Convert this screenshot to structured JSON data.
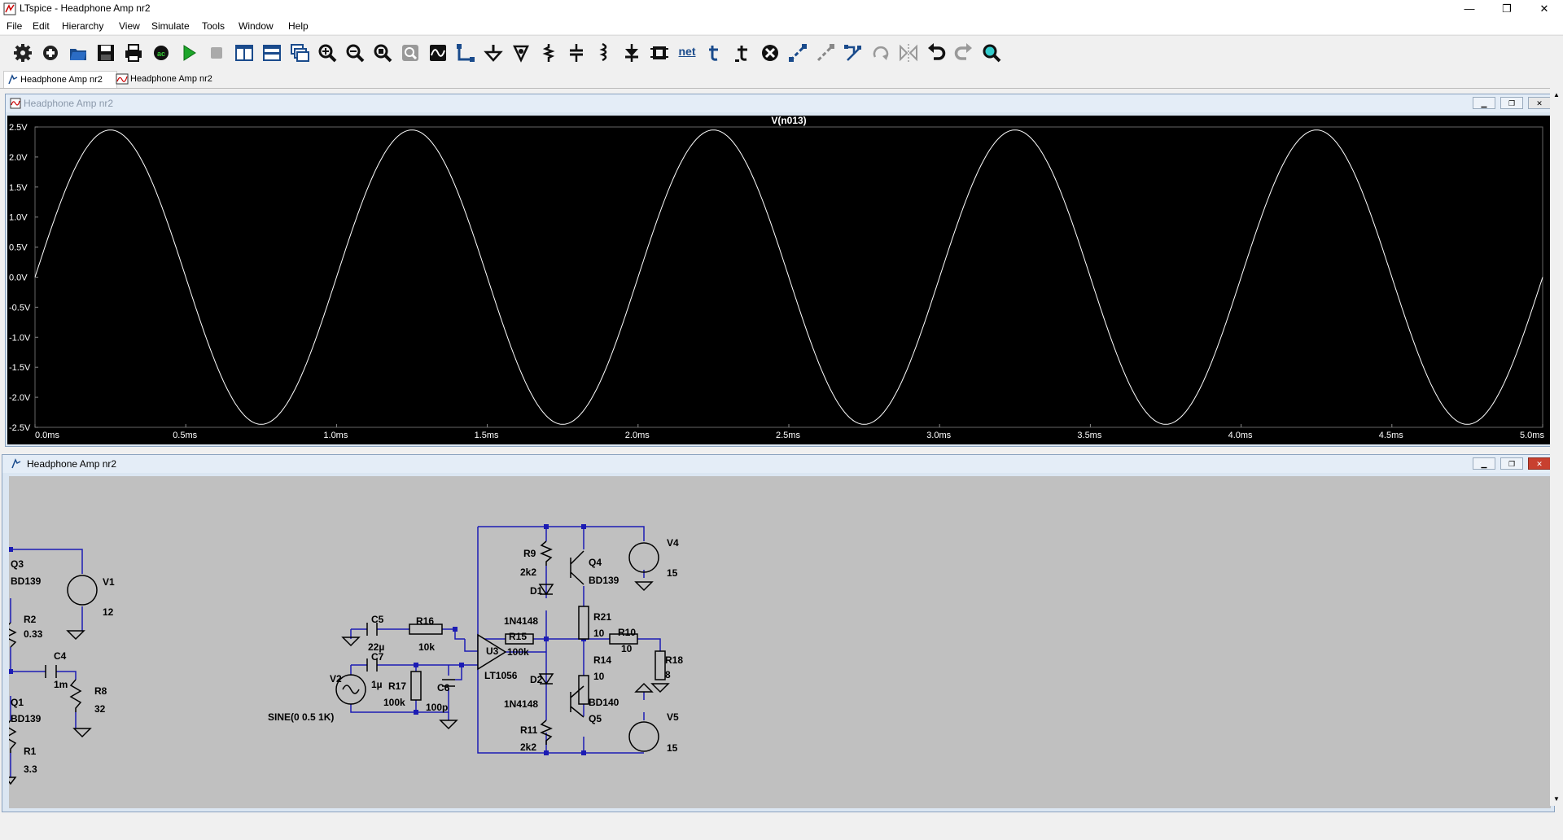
{
  "window": {
    "title": "LTspice - Headphone Amp nr2",
    "minimize": "—",
    "maximize": "❐",
    "close": "✕"
  },
  "menu": [
    "File",
    "Edit",
    "Hierarchy",
    "View",
    "Simulate",
    "Tools",
    "Window",
    "Help"
  ],
  "toolbar": {
    "buttons": [
      "settings-icon",
      "new-schematic-icon",
      "open-icon",
      "save-icon",
      "print-icon",
      "control-panel-icon",
      "run-icon",
      "halt-icon",
      "tile-vertical-icon",
      "tile-horizontal-icon",
      "cascade-icon",
      "zoom-in-icon",
      "zoom-out-icon",
      "zoom-fit-icon",
      "zoom-cancel-icon",
      "autorange-icon",
      "wire-icon",
      "ground-icon",
      "label-net-icon",
      "resistor-icon",
      "capacitor-icon",
      "inductor-icon",
      "diode-icon",
      "component-icon",
      "net-label",
      "text-icon",
      "spice-directive-icon",
      "delete-icon",
      "duplicate-icon",
      "move-icon",
      "drag-icon",
      "rotate-icon",
      "mirror-icon",
      "undo-icon",
      "redo-icon",
      "find-icon"
    ],
    "net_label": "net"
  },
  "tabs": [
    {
      "label": "Headphone Amp nr2",
      "active": true
    },
    {
      "label": "Headphone Amp nr2",
      "active": false
    }
  ],
  "plot_window": {
    "title": "Headphone Amp nr2"
  },
  "schematic_window": {
    "title": "Headphone Amp nr2"
  },
  "chart_data": {
    "type": "line",
    "title": "V(n013)",
    "xlabel": "",
    "ylabel": "",
    "xlim": [
      0,
      5.0
    ],
    "ylim": [
      -2.5,
      2.5
    ],
    "x_ticks": [
      "0.0ms",
      "0.5ms",
      "1.0ms",
      "1.5ms",
      "2.0ms",
      "2.5ms",
      "3.0ms",
      "3.5ms",
      "4.0ms",
      "4.5ms",
      "5.0ms"
    ],
    "y_ticks": [
      "2.5V",
      "2.0V",
      "1.5V",
      "1.0V",
      "0.5V",
      "0.0V",
      "-0.5V",
      "-1.0V",
      "-1.5V",
      "-2.0V",
      "-2.5V"
    ],
    "series": [
      {
        "name": "V(n013)",
        "function": "sine",
        "amplitude": 2.45,
        "frequency_khz": 1.0,
        "offset": 0.0
      }
    ],
    "colors": {
      "background": "#000000",
      "trace": "#ffffff",
      "axis_text": "#ffffff"
    }
  },
  "schematic": {
    "labels": [
      {
        "id": "Q3",
        "text": "Q3"
      },
      {
        "id": "BD139a",
        "text": "BD139"
      },
      {
        "id": "R2",
        "text": "R2"
      },
      {
        "id": "R2v",
        "text": "0.33"
      },
      {
        "id": "C4",
        "text": "C4"
      },
      {
        "id": "C4v",
        "text": "1m"
      },
      {
        "id": "Q1",
        "text": "Q1"
      },
      {
        "id": "BD139b",
        "text": "BD139"
      },
      {
        "id": "R8",
        "text": "R8"
      },
      {
        "id": "R8v",
        "text": "32"
      },
      {
        "id": "R1",
        "text": "R1"
      },
      {
        "id": "R1v",
        "text": "3.3"
      },
      {
        "id": "V1",
        "text": "V1"
      },
      {
        "id": "V1v",
        "text": "12"
      },
      {
        "id": "R9",
        "text": "R9"
      },
      {
        "id": "R9v",
        "text": "2k2"
      },
      {
        "id": "D1",
        "text": "D1"
      },
      {
        "id": "D1v",
        "text": "1N4148"
      },
      {
        "id": "Q4",
        "text": "Q4"
      },
      {
        "id": "Q4v",
        "text": "BD139"
      },
      {
        "id": "V4",
        "text": "V4"
      },
      {
        "id": "V4v",
        "text": "15"
      },
      {
        "id": "R21",
        "text": "R21"
      },
      {
        "id": "R21v",
        "text": "10"
      },
      {
        "id": "C5",
        "text": "C5"
      },
      {
        "id": "C5v",
        "text": "22µ"
      },
      {
        "id": "R16",
        "text": "R16"
      },
      {
        "id": "R16v",
        "text": "10k"
      },
      {
        "id": "R15",
        "text": "R15"
      },
      {
        "id": "R15v",
        "text": "100k"
      },
      {
        "id": "U3",
        "text": "U3"
      },
      {
        "id": "U3v",
        "text": "LT1056"
      },
      {
        "id": "R10",
        "text": "R10"
      },
      {
        "id": "R10v",
        "text": "10"
      },
      {
        "id": "R14",
        "text": "R14"
      },
      {
        "id": "R14v",
        "text": "10"
      },
      {
        "id": "R18",
        "text": "R18"
      },
      {
        "id": "R18v",
        "text": "8"
      },
      {
        "id": "C7",
        "text": "C7"
      },
      {
        "id": "C7v",
        "text": "1µ"
      },
      {
        "id": "V2",
        "text": "V2"
      },
      {
        "id": "R17",
        "text": "R17"
      },
      {
        "id": "R17v",
        "text": "100k"
      },
      {
        "id": "C6",
        "text": "C6"
      },
      {
        "id": "C6v",
        "text": "100p"
      },
      {
        "id": "D2",
        "text": "D2"
      },
      {
        "id": "D2v",
        "text": "1N4148"
      },
      {
        "id": "BD140",
        "text": "BD140"
      },
      {
        "id": "Q5",
        "text": "Q5"
      },
      {
        "id": "R11",
        "text": "R11"
      },
      {
        "id": "R11v",
        "text": "2k2"
      },
      {
        "id": "V5",
        "text": "V5"
      },
      {
        "id": "V5v",
        "text": "15"
      },
      {
        "id": "V2v",
        "text": "SINE(0 0.5 1K)"
      }
    ]
  }
}
